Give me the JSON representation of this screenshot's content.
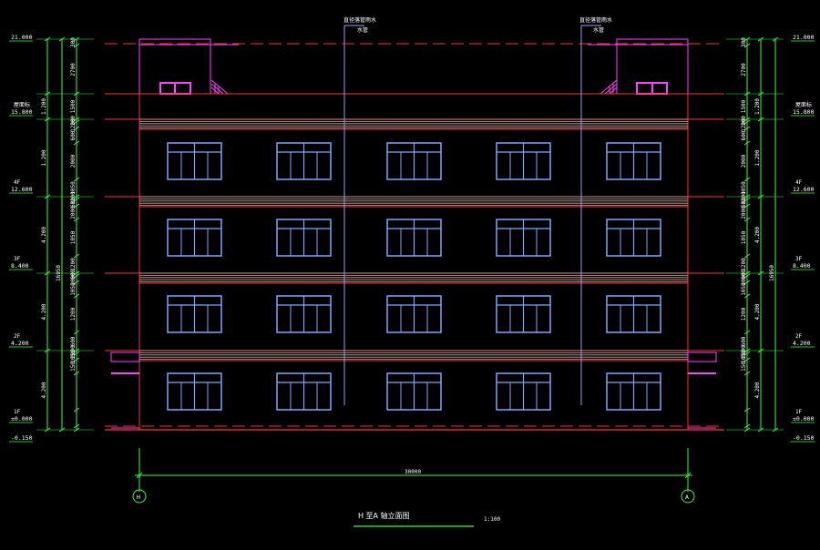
{
  "drawing": {
    "title": "H 至A 轴立面图",
    "scale": "1:100",
    "overall_width": "30000",
    "total_height": "16950",
    "axis_left": "H",
    "axis_right": "A",
    "downpipe_label_line1": "直径落管雨水",
    "downpipe_label_line2": "水管",
    "floors": 4
  },
  "levels": [
    {
      "elev": "21.000",
      "name": ""
    },
    {
      "elev": "15.800",
      "name": "屋面标"
    },
    {
      "elev": "12.600",
      "name": "4F"
    },
    {
      "elev": "8.400",
      "name": "3F"
    },
    {
      "elev": "4.200",
      "name": "2F"
    },
    {
      "elev": "±0.000",
      "name": "1F"
    },
    {
      "elev": "-0.150",
      "name": ""
    }
  ],
  "dims_outer": [
    "1.200",
    "1.200",
    "4.200",
    "4.200",
    "4.200"
  ],
  "dims_inner": [
    "300",
    "2700",
    "1500",
    "200",
    "1200",
    "600",
    "2000",
    "1050",
    "1200",
    "600",
    "2000",
    "1050",
    "1200",
    "600",
    "2000",
    "1050",
    "1200",
    "600",
    "2000",
    "1050",
    "150"
  ],
  "colors": {
    "background": "#000000",
    "wall": "#ff3030",
    "window": "#7fa6ff",
    "railing": "#ff40ff",
    "dimension": "#33ff33",
    "band": "#d8a8a0",
    "text": "#ffffff",
    "axis": "#33ff33",
    "downpipe": "#9a9aff"
  }
}
